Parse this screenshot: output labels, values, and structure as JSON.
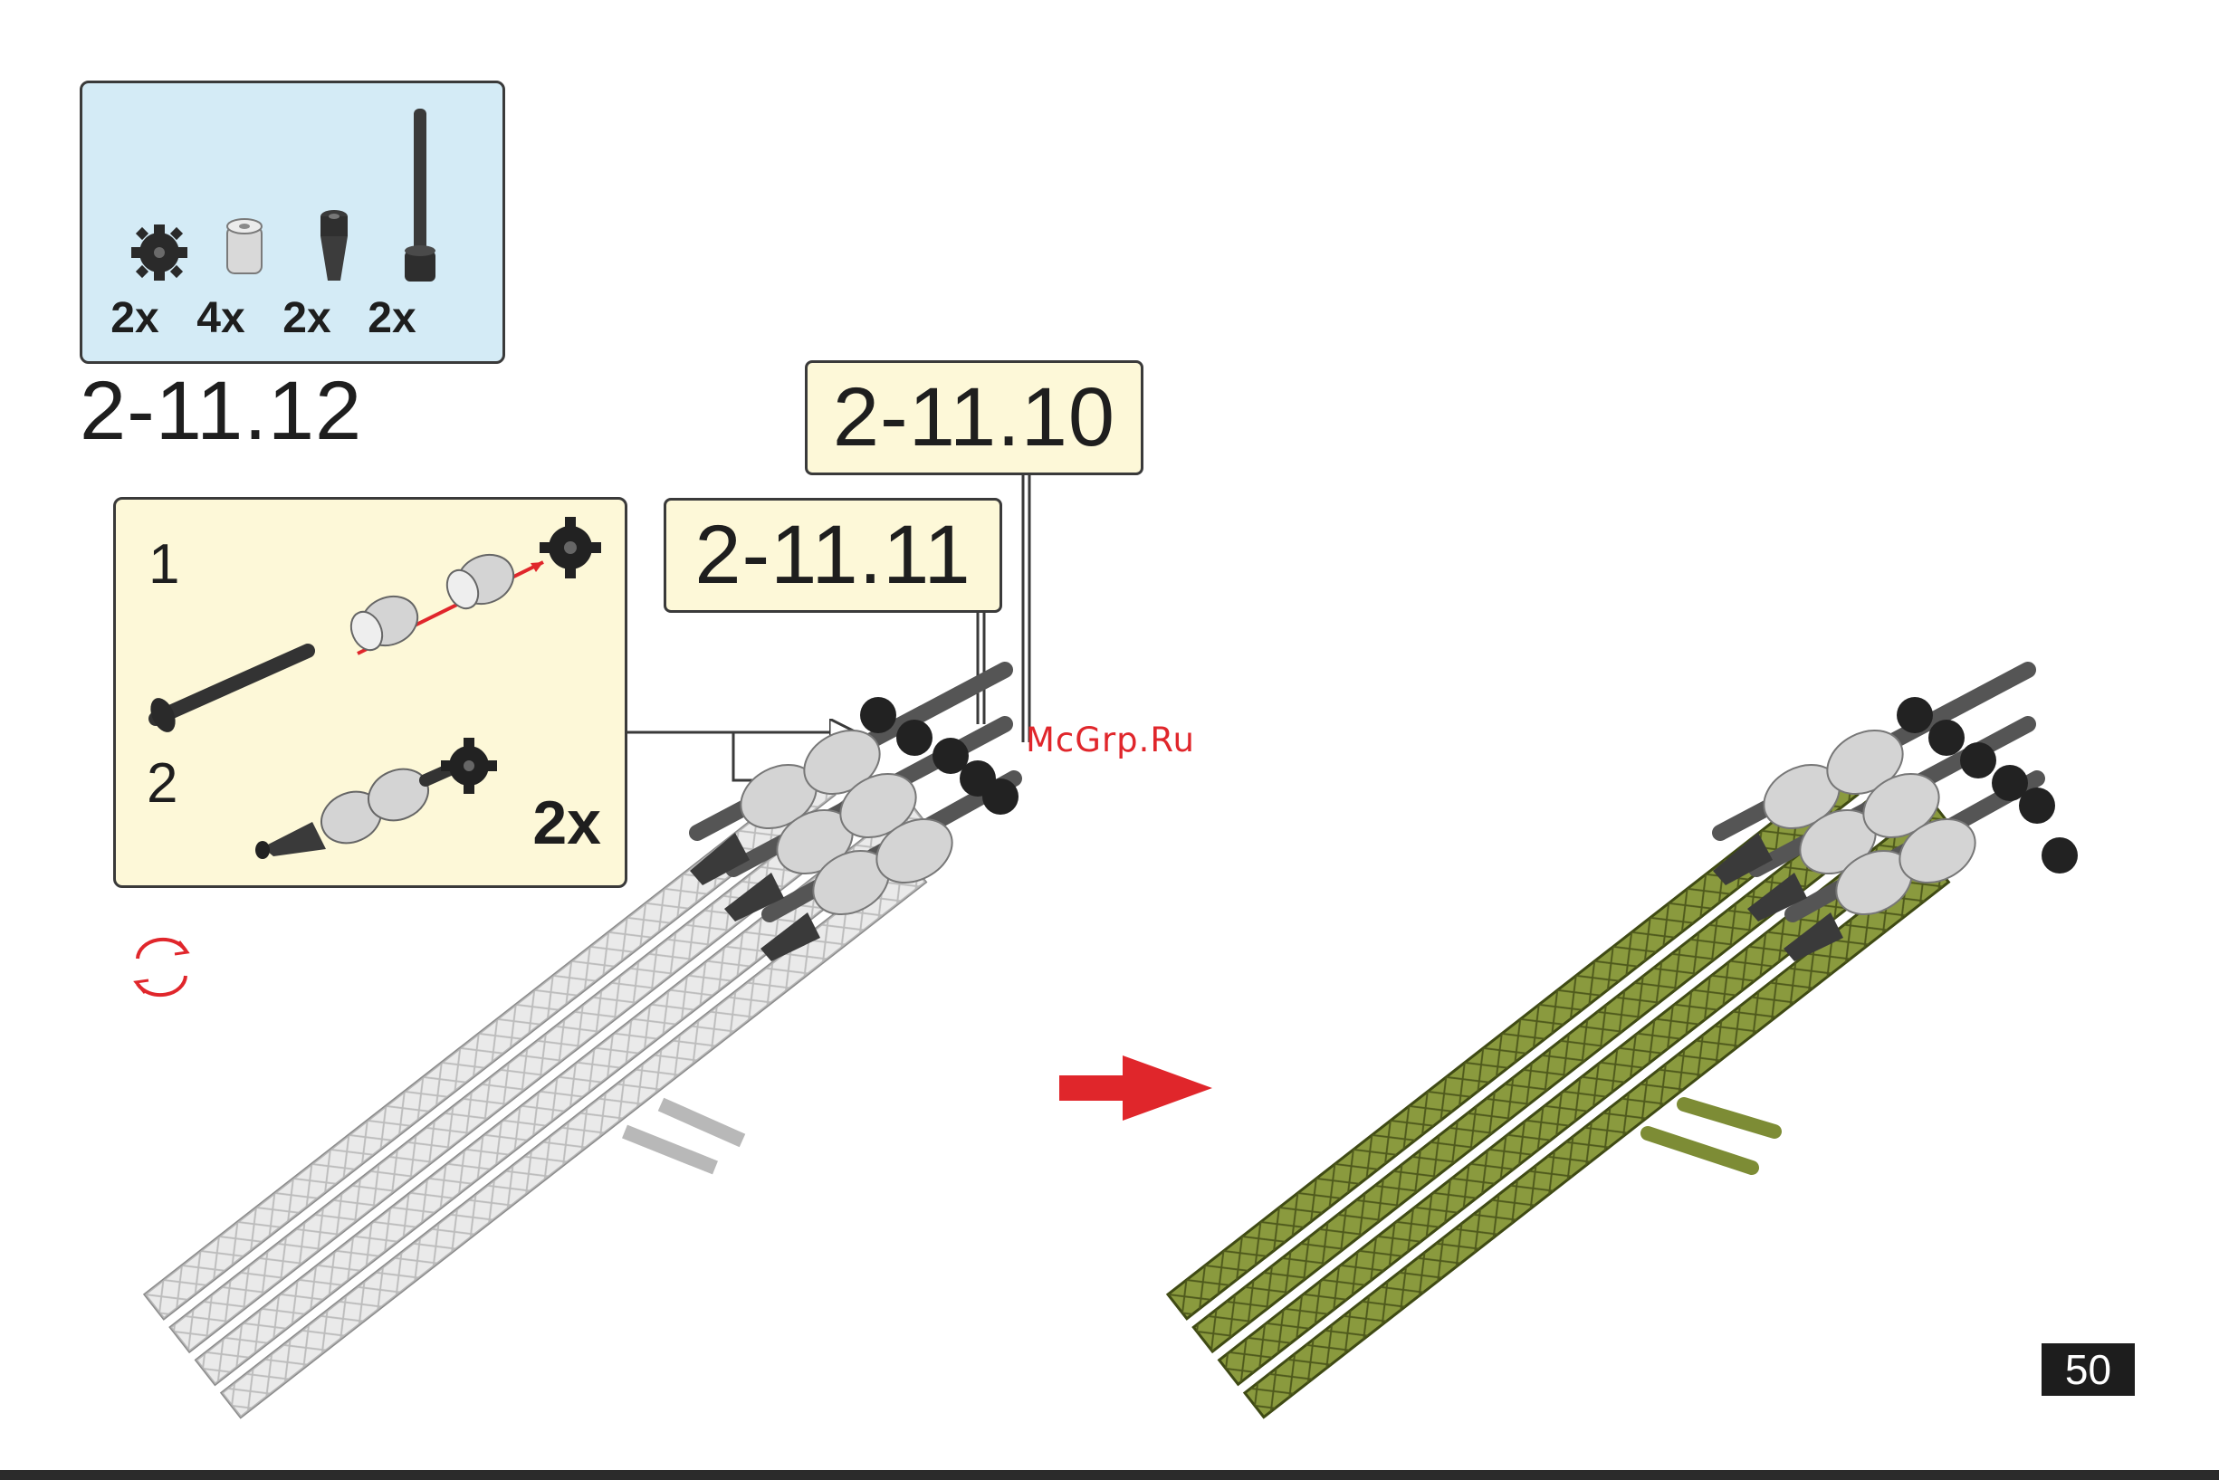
{
  "parts": {
    "items": [
      {
        "icon": "gear-icon",
        "qty": "2x"
      },
      {
        "icon": "bushing-icon",
        "qty": "4x"
      },
      {
        "icon": "cone-connector-icon",
        "qty": "2x"
      },
      {
        "icon": "axle-pin-icon",
        "qty": "2x"
      }
    ]
  },
  "step": {
    "title": "2-11.12"
  },
  "substep": {
    "step1": "1",
    "step2": "2",
    "multiplier": "2x"
  },
  "refs": {
    "ref_a": "2-11.10",
    "ref_b": "2-11.11"
  },
  "watermark": "McGrp.Ru",
  "page_number": "50",
  "colors": {
    "parts_bg": "#d4ebf6",
    "callout_bg": "#fdf8d8",
    "result_green": "#8a9a3e",
    "ghost_grey": "#c9c9c9",
    "arrow_red": "#e0262b"
  }
}
